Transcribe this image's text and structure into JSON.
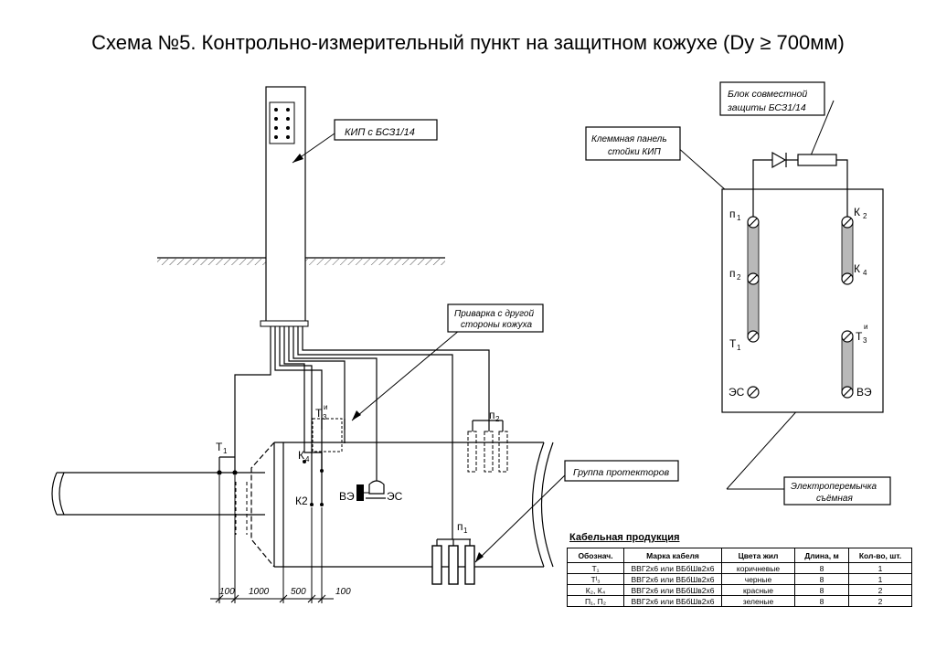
{
  "title": "Схема №5. Контрольно-измерительный пункт на защитном кожухе  (Dy ≥ 700мм)",
  "callouts": {
    "kip": "КИП с БСЗ1/14",
    "weld_1": "Приварка с другой",
    "weld_2": "стороны кожуха",
    "protector_group": "Группа протекторов",
    "block_1": "Блок совместной",
    "block_2": "защиты БСЗ1/14",
    "panel_1": "Клеммная панель",
    "panel_2": "стойки КИП",
    "jumper_1": "Электроперемычка",
    "jumper_2": "съёмная"
  },
  "pipe_labels": {
    "t1": "Т",
    "t1_sub": "1",
    "t3": "Т",
    "t3_sub": "3",
    "t3_sup": "и",
    "k4": "К",
    "k4_sub": "4",
    "k2": "К2",
    "ve": "ВЭ",
    "es": "ЭС",
    "p1": "п",
    "p1_sub": "1",
    "p2": "п",
    "p2_sub": "2"
  },
  "dimensions": [
    "100",
    "1000",
    "500",
    "100"
  ],
  "terminal_panel": {
    "p1": "п",
    "p1_sub": "1",
    "p2": "п",
    "p2_sub": "2",
    "t1": "Т",
    "t1_sub": "1",
    "es": "ЭС",
    "k2": "К",
    "k2_sub": "2",
    "k4": "К",
    "k4_sub": "4",
    "t3": "Т",
    "t3_sub": "3",
    "t3_sup": "и",
    "ve": "ВЭ"
  },
  "cable_table": {
    "title": "Кабельная продукция",
    "headers": [
      "Обознач.",
      "Марка кабеля",
      "Цвета жил",
      "Длина, м",
      "Кол-во, шт."
    ],
    "rows": [
      [
        "Т₁",
        "ВВГ2х6 или ВБбШв2х6",
        "коричневые",
        "8",
        "1"
      ],
      [
        "Тᴵ₃",
        "ВВГ2х6 или ВБбШв2х6",
        "черные",
        "8",
        "1"
      ],
      [
        "К₂, К₄",
        "ВВГ2х6 или ВБбШв2х6",
        "красные",
        "8",
        "2"
      ],
      [
        "П₁, П₂",
        "ВВГ2х6 или ВБбШв2х6",
        "зеленые",
        "8",
        "2"
      ]
    ]
  },
  "colors": {
    "line": "#000000",
    "jumper_fill": "#b9b9b9",
    "background": "#ffffff"
  }
}
